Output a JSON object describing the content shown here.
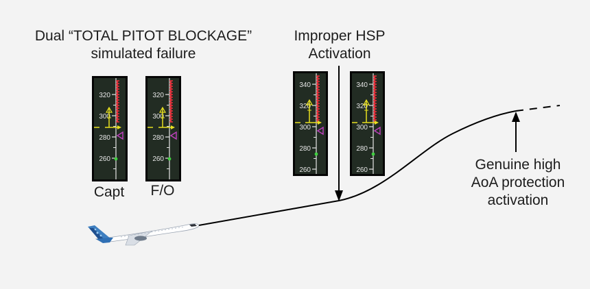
{
  "labels": {
    "failure_line1": "Dual “TOTAL PITOT BLOCKAGE”",
    "failure_line2": "simulated failure",
    "hsp_line1": "Improper HSP",
    "hsp_line2": "Activation",
    "aoa_line1": "Genuine high",
    "aoa_line2": "AoA protection",
    "aoa_line3": "activation",
    "capt": "Capt",
    "fo": "F/O"
  },
  "gauges": {
    "failure_capt": {
      "ticks": [
        "320",
        "300",
        "280",
        "260"
      ]
    },
    "failure_fo": {
      "ticks": [
        "320",
        "300",
        "280",
        "260"
      ]
    },
    "hsp_capt": {
      "ticks": [
        "340",
        "320",
        "300",
        "280",
        "260"
      ]
    },
    "hsp_fo": {
      "ticks": [
        "340",
        "320",
        "300",
        "280",
        "260"
      ]
    }
  },
  "colors": {
    "background": "#f3f3f3",
    "tape": "#222c23",
    "tape_text": "#e6e6e6",
    "overspeed": "#e0303a",
    "speed_trend": "#e8e020",
    "target_speed": "#c040c0",
    "green_dot": "#40d040",
    "trajectory": "#000000"
  },
  "icons": {
    "aircraft": "airbus-a321-aircraft-icon"
  }
}
